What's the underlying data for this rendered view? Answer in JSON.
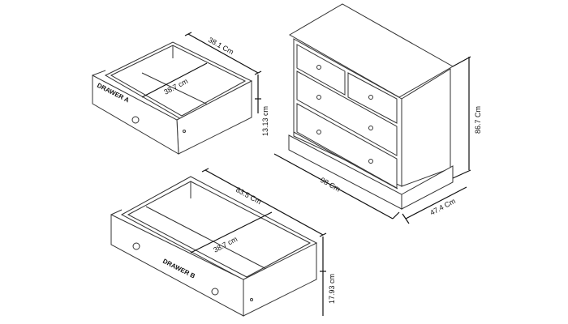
{
  "drawer_a": {
    "label": "DRAWER A",
    "outer_depth": "38.1 Cm",
    "inner_width": "38.7 cm",
    "height": "13.13 cm"
  },
  "drawer_b": {
    "label": "DRAWER B",
    "outer_width": "83.5 Cm",
    "inner_depth": "38.7 cm",
    "height": "17.93 cm"
  },
  "chest": {
    "width": "98 Cm",
    "depth": "47.4 Cm",
    "height": "86.7 Cm"
  }
}
